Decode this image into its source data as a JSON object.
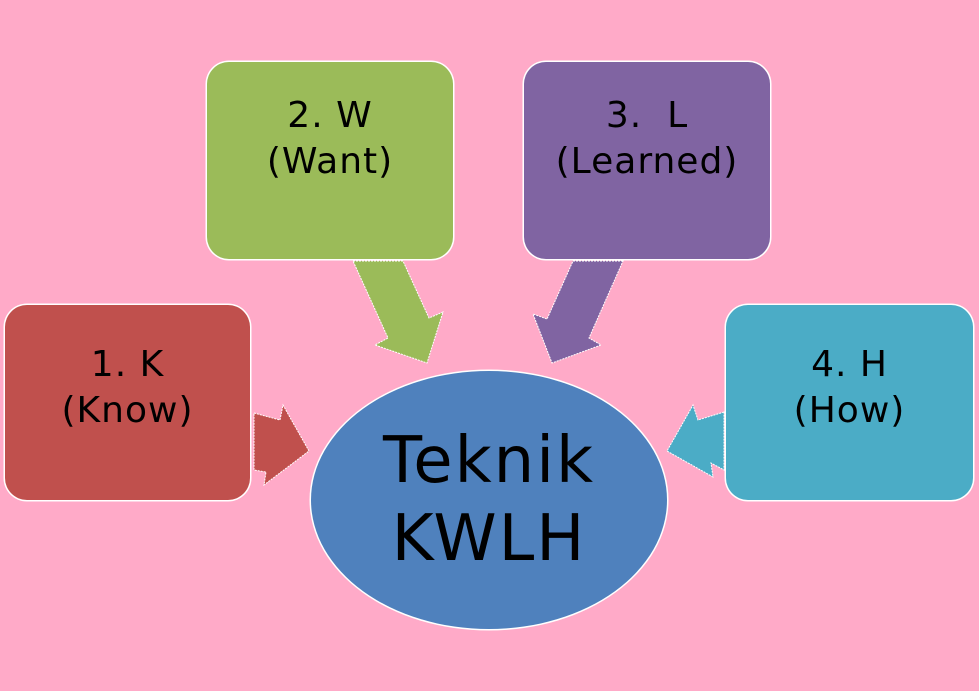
{
  "diagram": {
    "title": "Teknik KWLH",
    "center": {
      "lines": [
        "Teknik",
        "KWLH"
      ],
      "color": "#4f81bd"
    },
    "nodes": [
      {
        "id": "k",
        "number": "1.",
        "letter": "K",
        "lines": [
          "1. K",
          "(Know)"
        ],
        "meaning": "Know",
        "color": "#c0504d"
      },
      {
        "id": "w",
        "number": "2.",
        "letter": "W",
        "lines": [
          "2. W",
          "(Want)"
        ],
        "meaning": "Want",
        "color": "#9bbb59"
      },
      {
        "id": "l",
        "number": "3.",
        "letter": "L",
        "lines": [
          "3.  L",
          "(Learned)"
        ],
        "meaning": "Learned",
        "color": "#8064a2"
      },
      {
        "id": "h",
        "number": "4.",
        "letter": "H",
        "lines": [
          "4. H",
          "(How)"
        ],
        "meaning": "How",
        "color": "#4bacc6"
      }
    ],
    "edges": [
      {
        "from": "k",
        "to": "center",
        "color": "#c0504d"
      },
      {
        "from": "w",
        "to": "center",
        "color": "#9bbb59"
      },
      {
        "from": "l",
        "to": "center",
        "color": "#8064a2"
      },
      {
        "from": "h",
        "to": "center",
        "color": "#4bacc6"
      }
    ],
    "background": "#ffaac8"
  }
}
